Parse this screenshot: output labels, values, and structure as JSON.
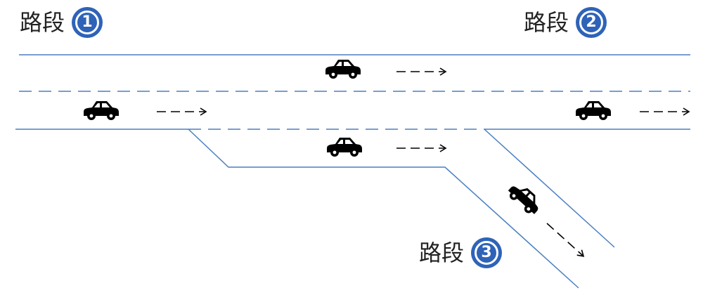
{
  "segments": [
    {
      "text": "路段",
      "number": "1"
    },
    {
      "text": "路段",
      "number": "2"
    },
    {
      "text": "路段",
      "number": "3"
    }
  ],
  "colors": {
    "road_line": "#4a7fc1",
    "badge": "#2e63b8",
    "car": "#000000",
    "arrow": "#000000"
  },
  "icons": {
    "car": "car-icon",
    "direction": "dashed-arrow-icon",
    "badge": "circled-number-icon"
  }
}
